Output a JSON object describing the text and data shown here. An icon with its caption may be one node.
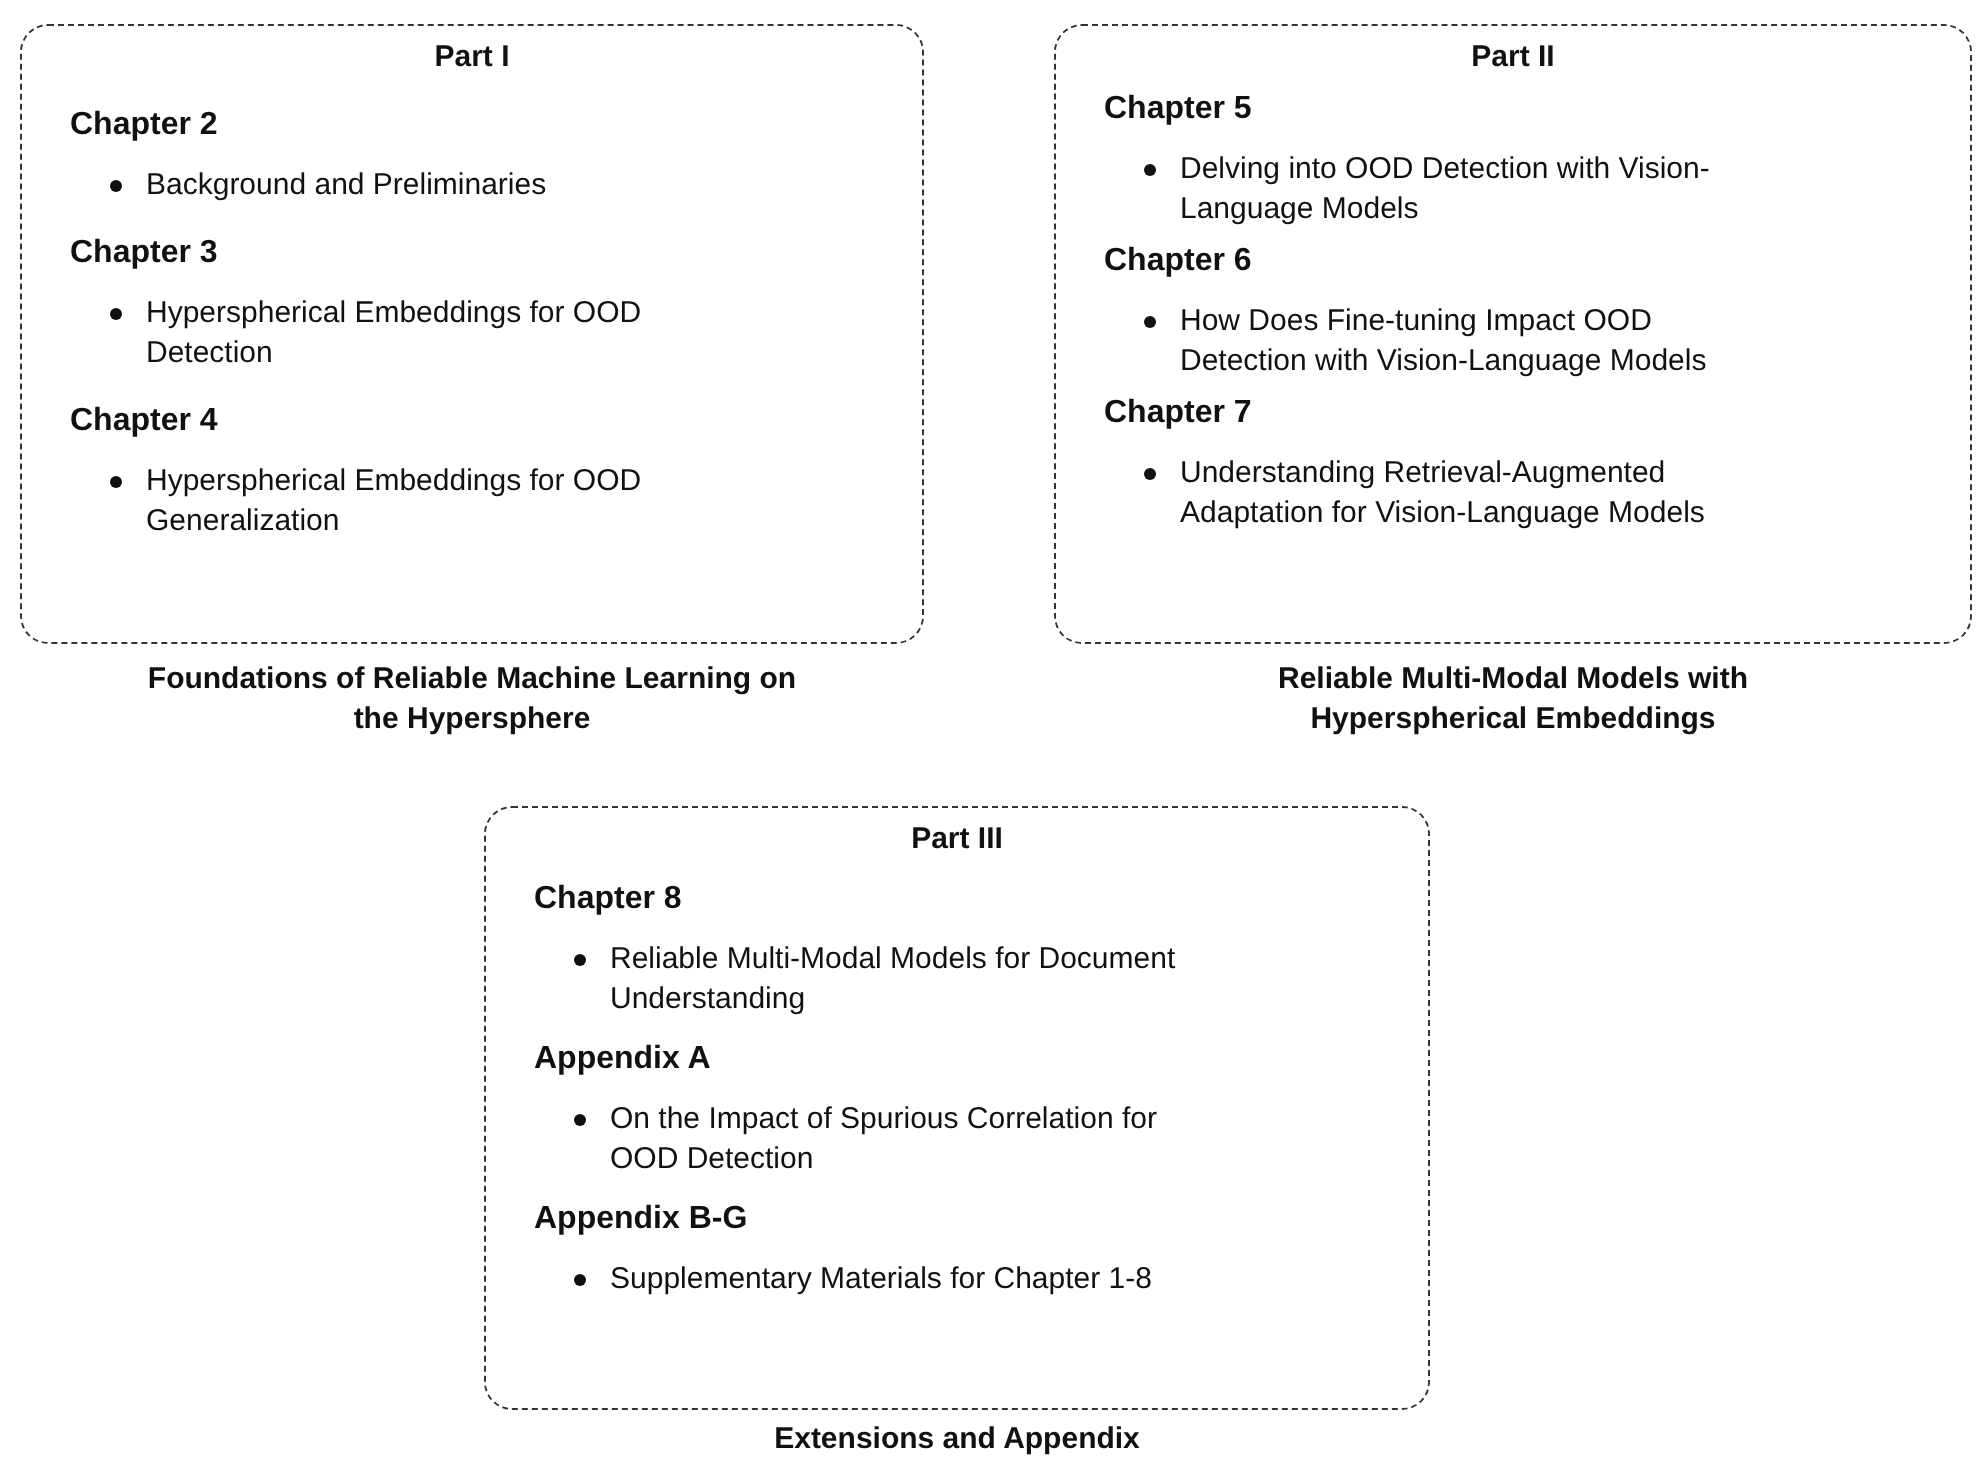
{
  "diagram": {
    "nodes": [
      {
        "text": [
          "Part I",
          "Chapter 2",
          "Background and Preliminaries",
          "Chapter 3",
          "Hyperspherical Embeddings for OOD Detection",
          "Chapter 4",
          "Hyperspherical Embeddings for OOD Generalization"
        ],
        "beside": [
          "Foundations of Reliable Machine Learning on the Hypersphere"
        ]
      },
      {
        "text": [
          "Part II",
          "Chapter 5",
          "Delving into OOD Detection with Vision-Language Models",
          "Chapter 6",
          "How Does Fine-tuning Impact OOD Detection with Vision-Language Models",
          "Chapter 7",
          "Understanding Retrieval-Augmented Adaptation for Vision-Language Models"
        ],
        "beside": [
          "Reliable Multi-Modal Models with Hyperspherical Embeddings"
        ]
      },
      {
        "text": [
          "Part III",
          "Chapter 8",
          "Reliable Multi-Modal Models for Document Understanding",
          "Appendix A",
          "On the Impact of Spurious Correlation for OOD Detection",
          "Appendix B-G",
          "Supplementary Materials for Chapter 1-8"
        ],
        "beside": [
          "Extensions and Appendix"
        ]
      }
    ]
  }
}
